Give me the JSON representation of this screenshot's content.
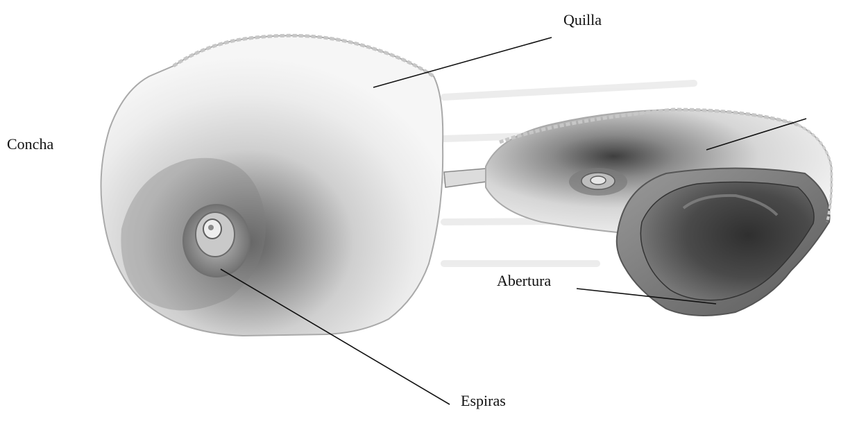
{
  "labels": {
    "quilla": "Quilla",
    "concha": "Concha",
    "abertura": "Abertura",
    "espiras": "Espiras"
  },
  "colors": {
    "background": "#ffffff",
    "shell_light": "#f2f2f2",
    "shell_mid": "#b9b9b9",
    "shell_dark": "#4a4a4a",
    "leader_line": "#111111"
  }
}
